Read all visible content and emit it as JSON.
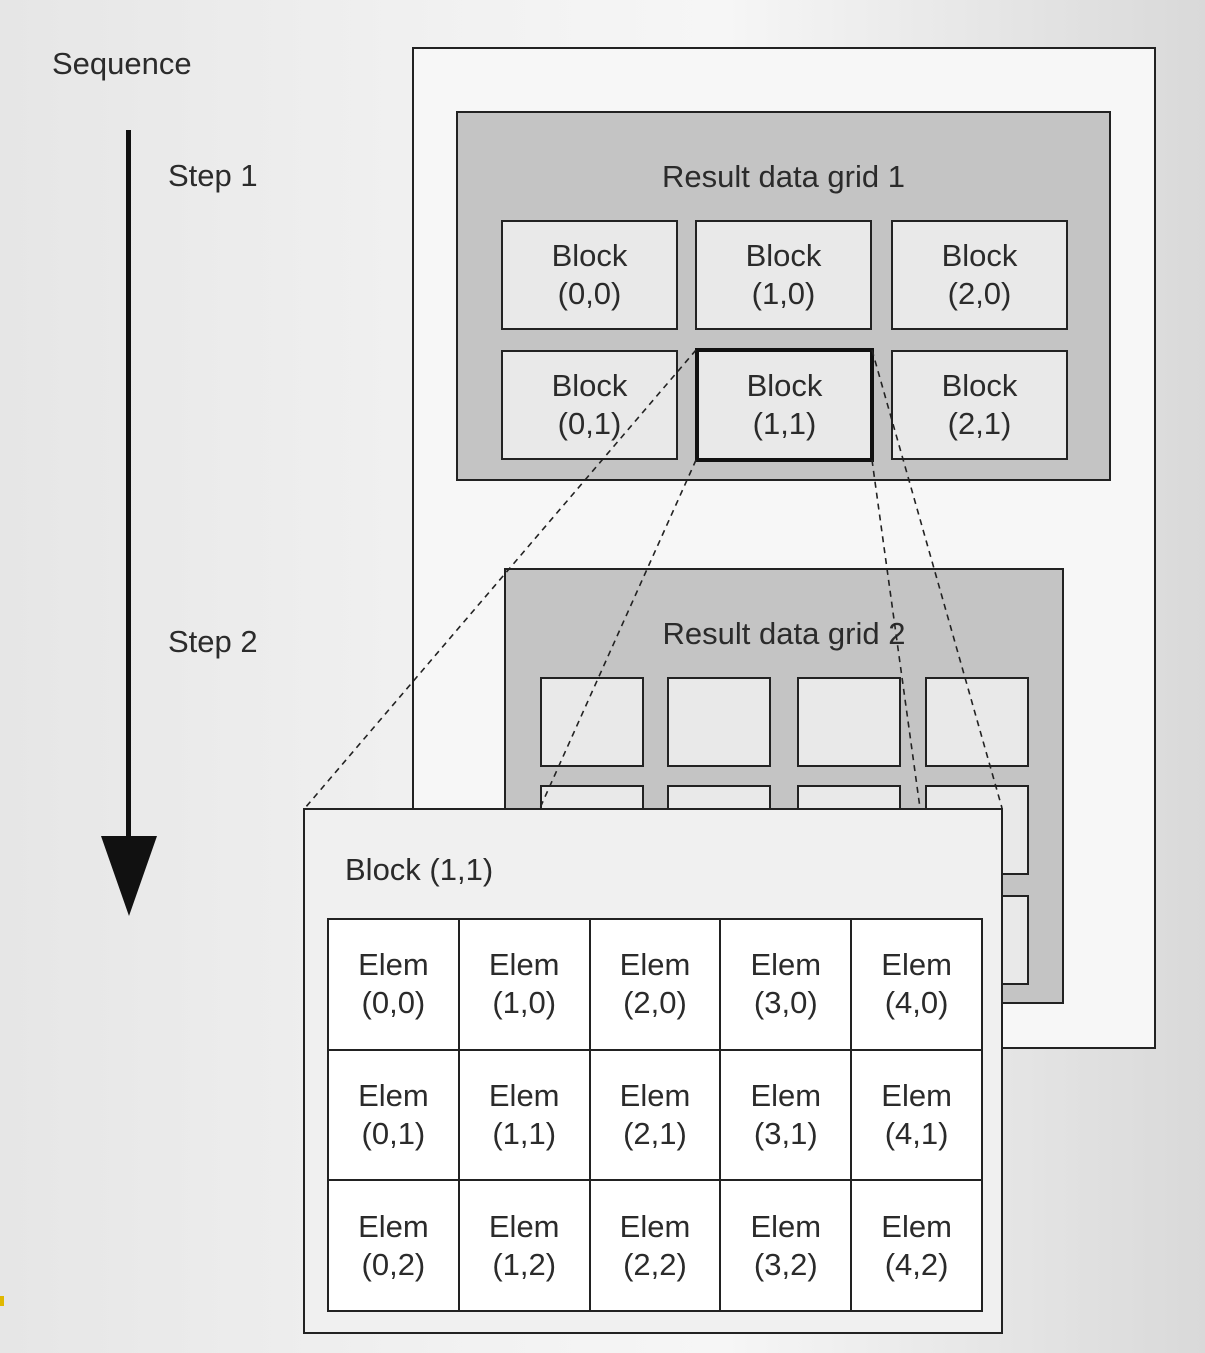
{
  "sequence_label": "Sequence",
  "steps": [
    "Step 1",
    "Step 2"
  ],
  "grid1": {
    "title": "Result data grid 1",
    "blocks": [
      {
        "name": "Block",
        "coord": "(0,0)"
      },
      {
        "name": "Block",
        "coord": "(1,0)"
      },
      {
        "name": "Block",
        "coord": "(2,0)"
      },
      {
        "name": "Block",
        "coord": "(0,1)"
      },
      {
        "name": "Block",
        "coord": "(1,1)"
      },
      {
        "name": "Block",
        "coord": "(2,1)"
      }
    ]
  },
  "grid2": {
    "title": "Result data grid 2"
  },
  "block_detail": {
    "title": "Block (1,1)",
    "rows": [
      [
        {
          "name": "Elem",
          "coord": "(0,0)"
        },
        {
          "name": "Elem",
          "coord": "(1,0)"
        },
        {
          "name": "Elem",
          "coord": "(2,0)"
        },
        {
          "name": "Elem",
          "coord": "(3,0)"
        },
        {
          "name": "Elem",
          "coord": "(4,0)"
        }
      ],
      [
        {
          "name": "Elem",
          "coord": "(0,1)"
        },
        {
          "name": "Elem",
          "coord": "(1,1)"
        },
        {
          "name": "Elem",
          "coord": "(2,1)"
        },
        {
          "name": "Elem",
          "coord": "(3,1)"
        },
        {
          "name": "Elem",
          "coord": "(4,1)"
        }
      ],
      [
        {
          "name": "Elem",
          "coord": "(0,2)"
        },
        {
          "name": "Elem",
          "coord": "(1,2)"
        },
        {
          "name": "Elem",
          "coord": "(2,2)"
        },
        {
          "name": "Elem",
          "coord": "(3,2)"
        },
        {
          "name": "Elem",
          "coord": "(4,2)"
        }
      ]
    ]
  }
}
